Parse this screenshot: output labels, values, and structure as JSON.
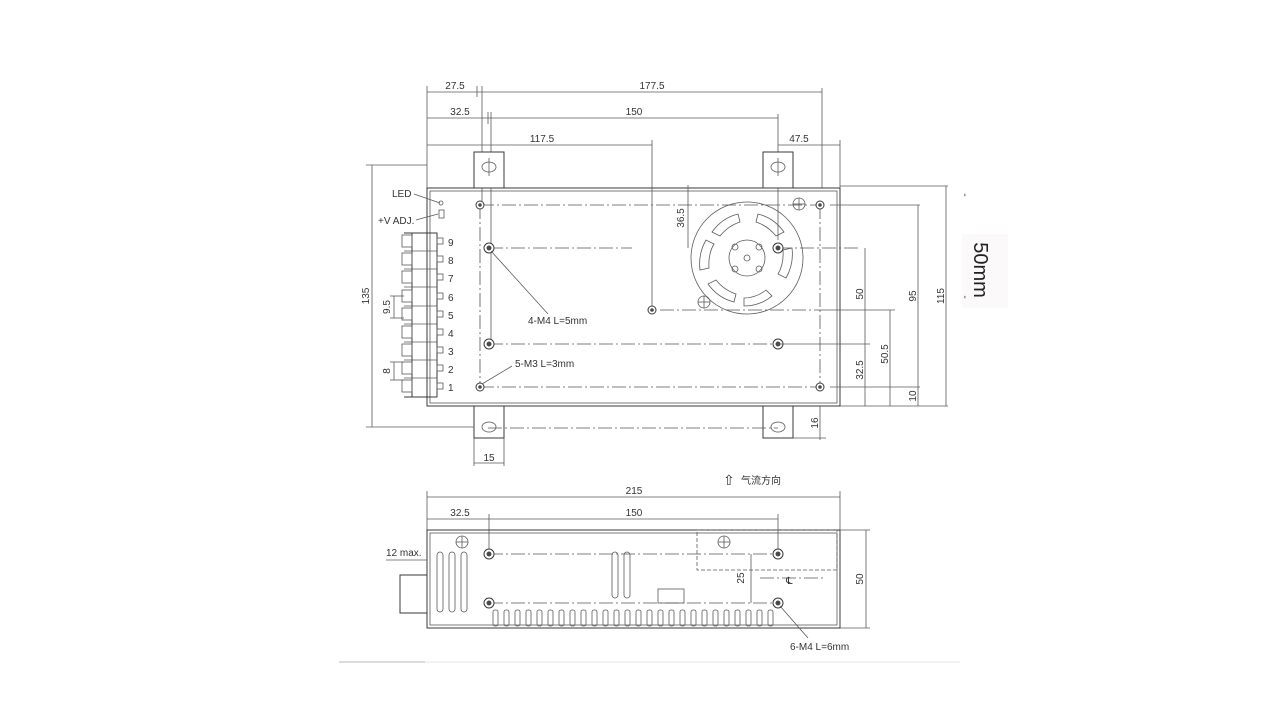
{
  "top_view": {
    "dims": {
      "d_27_5": "27.5",
      "d_177_5": "177.5",
      "d_32_5": "32.5",
      "d_150": "150",
      "d_117_5": "117.5",
      "d_47_5": "47.5",
      "d_36_5": "36.5",
      "d_135": "135",
      "d_9_5": "9.5",
      "d_8": "8",
      "d_50": "50",
      "d_95": "95",
      "d_115": "115",
      "d_50_5": "50.5",
      "d_32_5_right": "32.5",
      "d_10": "10",
      "d_16": "16",
      "d_15": "15"
    },
    "labels": {
      "led": "LED",
      "vadj": "+V ADJ.",
      "m4": "4-M4 L=5mm",
      "m3": "5-M3 L=3mm"
    },
    "terminals": [
      "9",
      "8",
      "7",
      "6",
      "5",
      "4",
      "3",
      "2",
      "1"
    ]
  },
  "airflow": {
    "arrow": "⇧",
    "label": "气流方向"
  },
  "side_view": {
    "dims": {
      "d_215": "215",
      "d_32_5": "32.5",
      "d_150": "150",
      "d_12max": "12 max.",
      "d_25": "25",
      "d_50": "50"
    },
    "labels": {
      "m4_side": "6-M4 L=6mm",
      "centerline": "℄"
    }
  },
  "side_annotation": {
    "text": "50mm",
    "ticks": "- -"
  }
}
